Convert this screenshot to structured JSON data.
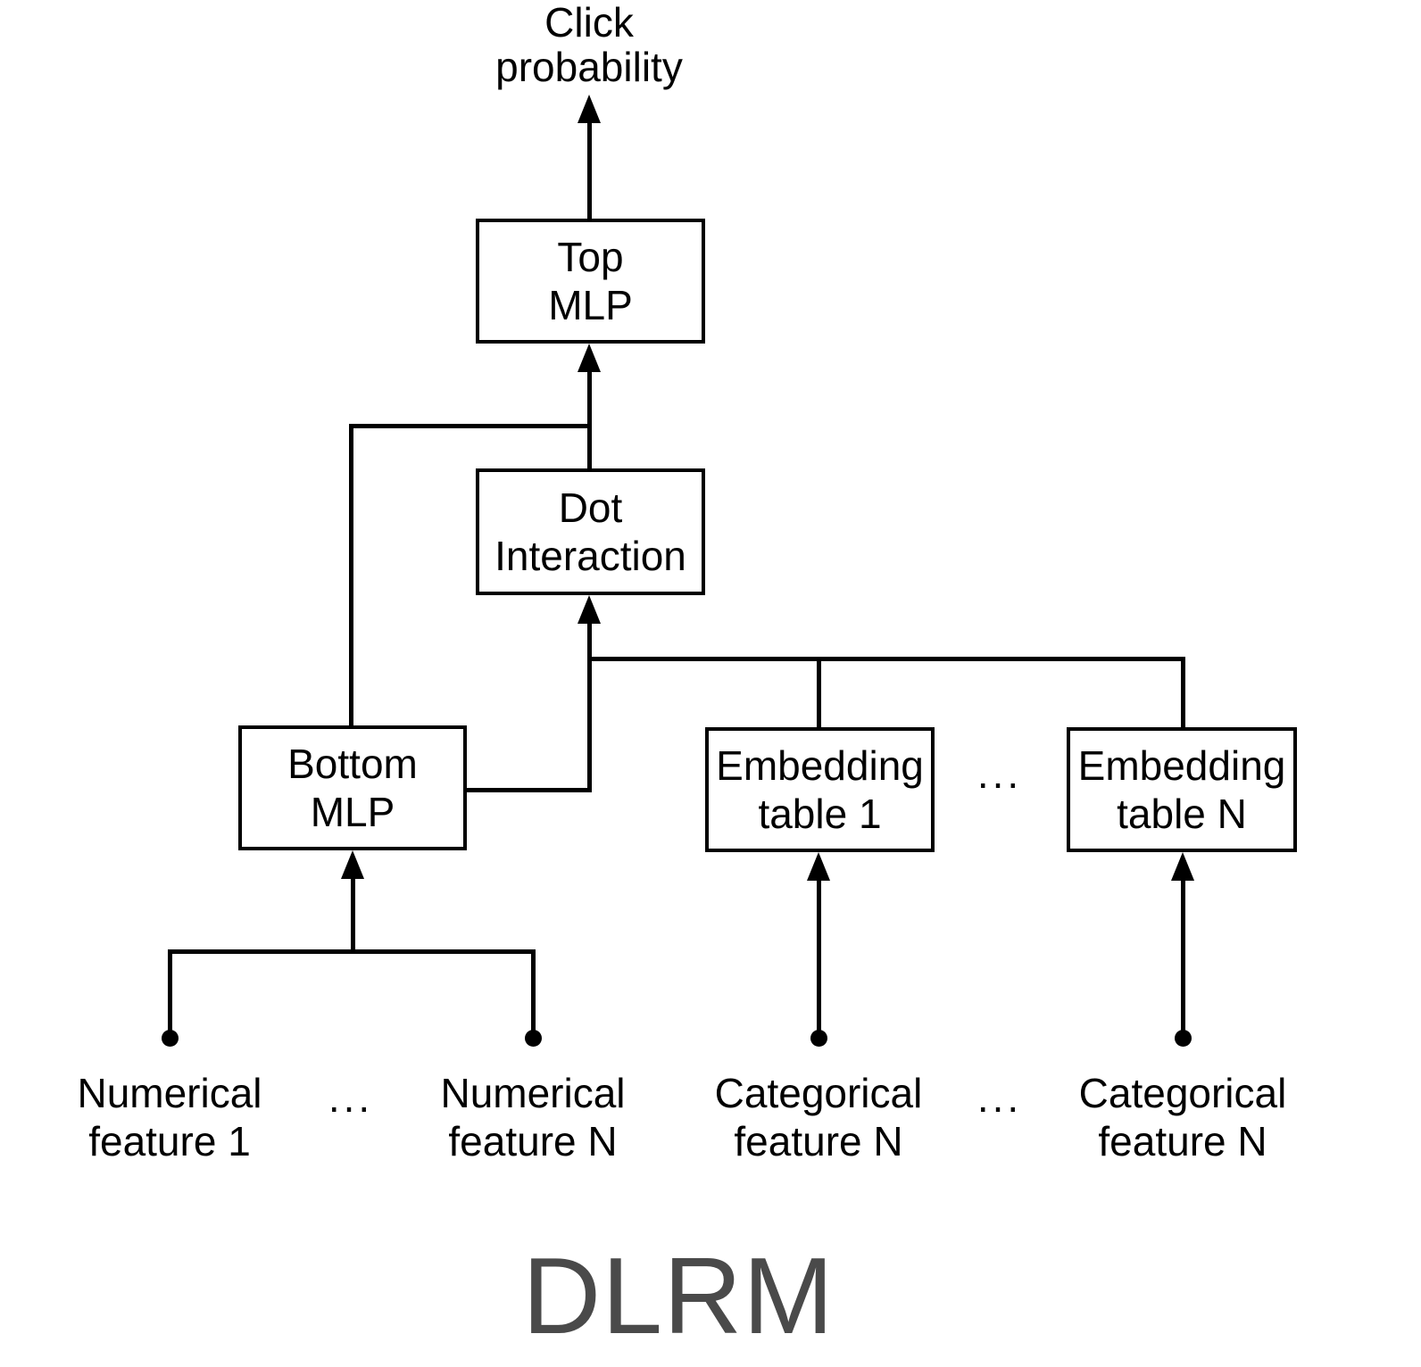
{
  "title": "DLRM",
  "colors": {
    "background": "#ffffff",
    "line": "#000000",
    "text": "#000000",
    "title_text": "#4a4a4a"
  },
  "output": {
    "line1": "Click",
    "line2": "probability"
  },
  "nodes": {
    "top_mlp": {
      "line1": "Top",
      "line2": "MLP"
    },
    "dot_interaction": {
      "line1": "Dot",
      "line2": "Interaction"
    },
    "bottom_mlp": {
      "line1": "Bottom",
      "line2": "MLP"
    },
    "embedding_table_1": {
      "line1": "Embedding",
      "line2": "table 1"
    },
    "embedding_table_n": {
      "line1": "Embedding",
      "line2": "table N"
    }
  },
  "inputs": {
    "numerical_1": {
      "line1": "Numerical",
      "line2": "feature 1"
    },
    "numerical_n": {
      "line1": "Numerical",
      "line2": "feature N"
    },
    "categorical_1": {
      "line1": "Categorical",
      "line2": "feature N"
    },
    "categorical_n": {
      "line1": "Categorical",
      "line2": "feature N"
    }
  },
  "ellipsis": {
    "numerical": "...",
    "embedding": "...",
    "categorical": "..."
  }
}
